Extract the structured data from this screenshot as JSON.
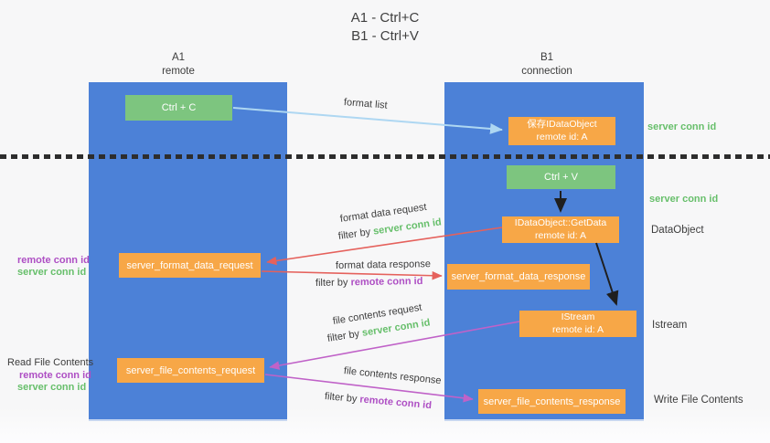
{
  "title": {
    "line1": "A1 - Ctrl+C",
    "line2": "B1 - Ctrl+V"
  },
  "lifelines": [
    {
      "name": "A1",
      "role": "remote"
    },
    {
      "name": "B1",
      "role": "connection"
    }
  ],
  "boxes": {
    "ctrl_c": "Ctrl + C",
    "save_dataobject": "保存IDataObject",
    "remote_id_a": "remote id: A",
    "ctrl_v": "Ctrl + V",
    "getdata": "IDataObject::GetData",
    "format_request": "server_format_data_request",
    "format_response": "server_format_data_response",
    "istream": "IStream",
    "file_request": "server_file_contents_request",
    "file_response": "server_file_contents_response"
  },
  "labels": {
    "format_list": "format list",
    "format_data_request": "format data request",
    "format_data_response": "format data response",
    "file_contents_request": "file contents request",
    "file_contents_response": "file contents response",
    "filter_by": "filter by",
    "server_conn_id": "server conn id",
    "remote_conn_id": "remote conn id"
  },
  "side_labels": {
    "remote_conn_id": "remote conn id",
    "server_conn_id": "server conn id",
    "read_file_contents": "Read File Contents",
    "write_file_contents": "Write File Contents",
    "dataobject": "DataObject",
    "istream": "Istream"
  },
  "colors": {
    "column_blue": "#4c81d7",
    "box_green": "#7dc57f",
    "box_orange": "#f7a747",
    "arrow_light_blue": "#aed7f2",
    "arrow_red": "#e5615c",
    "arrow_magenta": "#c062c8",
    "arrow_black": "#1f1f1f",
    "label_green": "#67bf6b",
    "label_purple": "#ae4fc4",
    "text_dark": "#3d3d3d"
  }
}
